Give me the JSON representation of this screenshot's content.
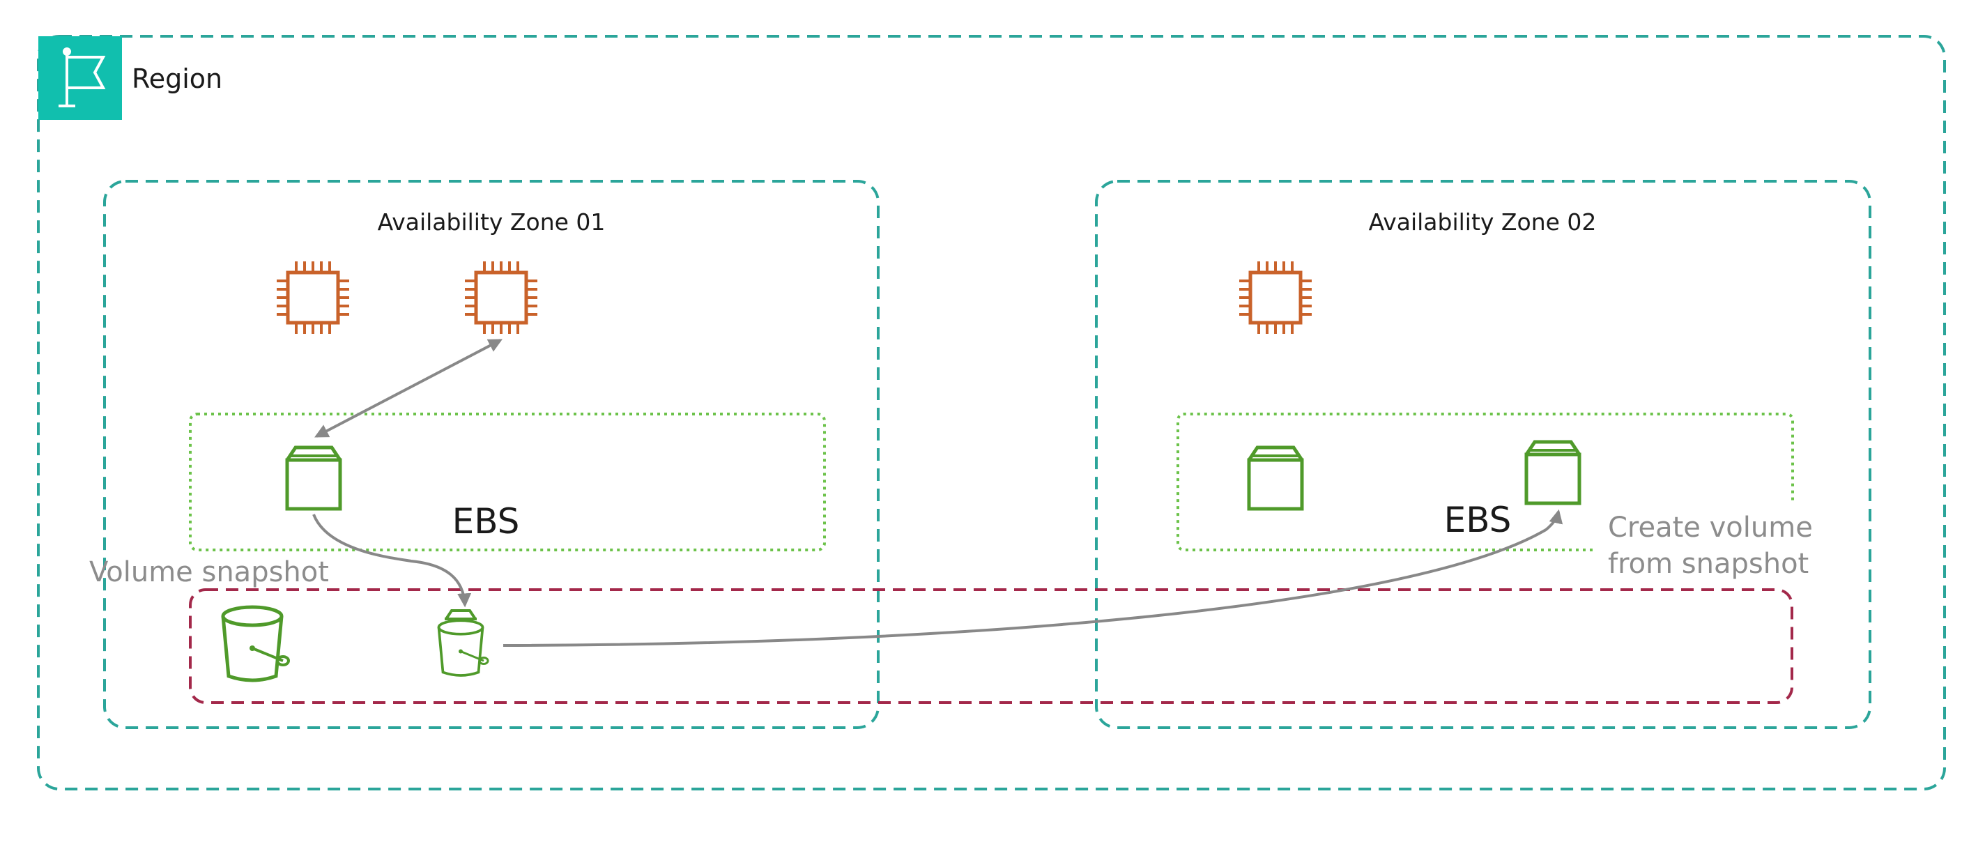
{
  "region": {
    "label": "Region",
    "icon": "flag-icon"
  },
  "zones": [
    {
      "label": "Availability Zone 01"
    },
    {
      "label": "Availability Zone 02"
    }
  ],
  "ebs": [
    {
      "label": "EBS"
    },
    {
      "label": "EBS"
    }
  ],
  "snapshot": {
    "label": "Volume snapshot"
  },
  "create_volume": {
    "line1": "Create volume",
    "line2": "from snapshot"
  },
  "icons": {
    "instance": "ec2-instance-icon",
    "volume": "ebs-volume-icon",
    "bucket": "s3-bucket-icon",
    "snapshot_bucket": "snapshot-bucket-icon"
  },
  "colors": {
    "region_border": "#2ba59a",
    "region_badge": "#11bfae",
    "zone_border": "#2ba59a",
    "ebs_border": "#6cc24a",
    "snapshot_border": "#a3284a",
    "instance": "#c9622a",
    "storage": "#4f9a2a",
    "arrow": "#888888"
  }
}
